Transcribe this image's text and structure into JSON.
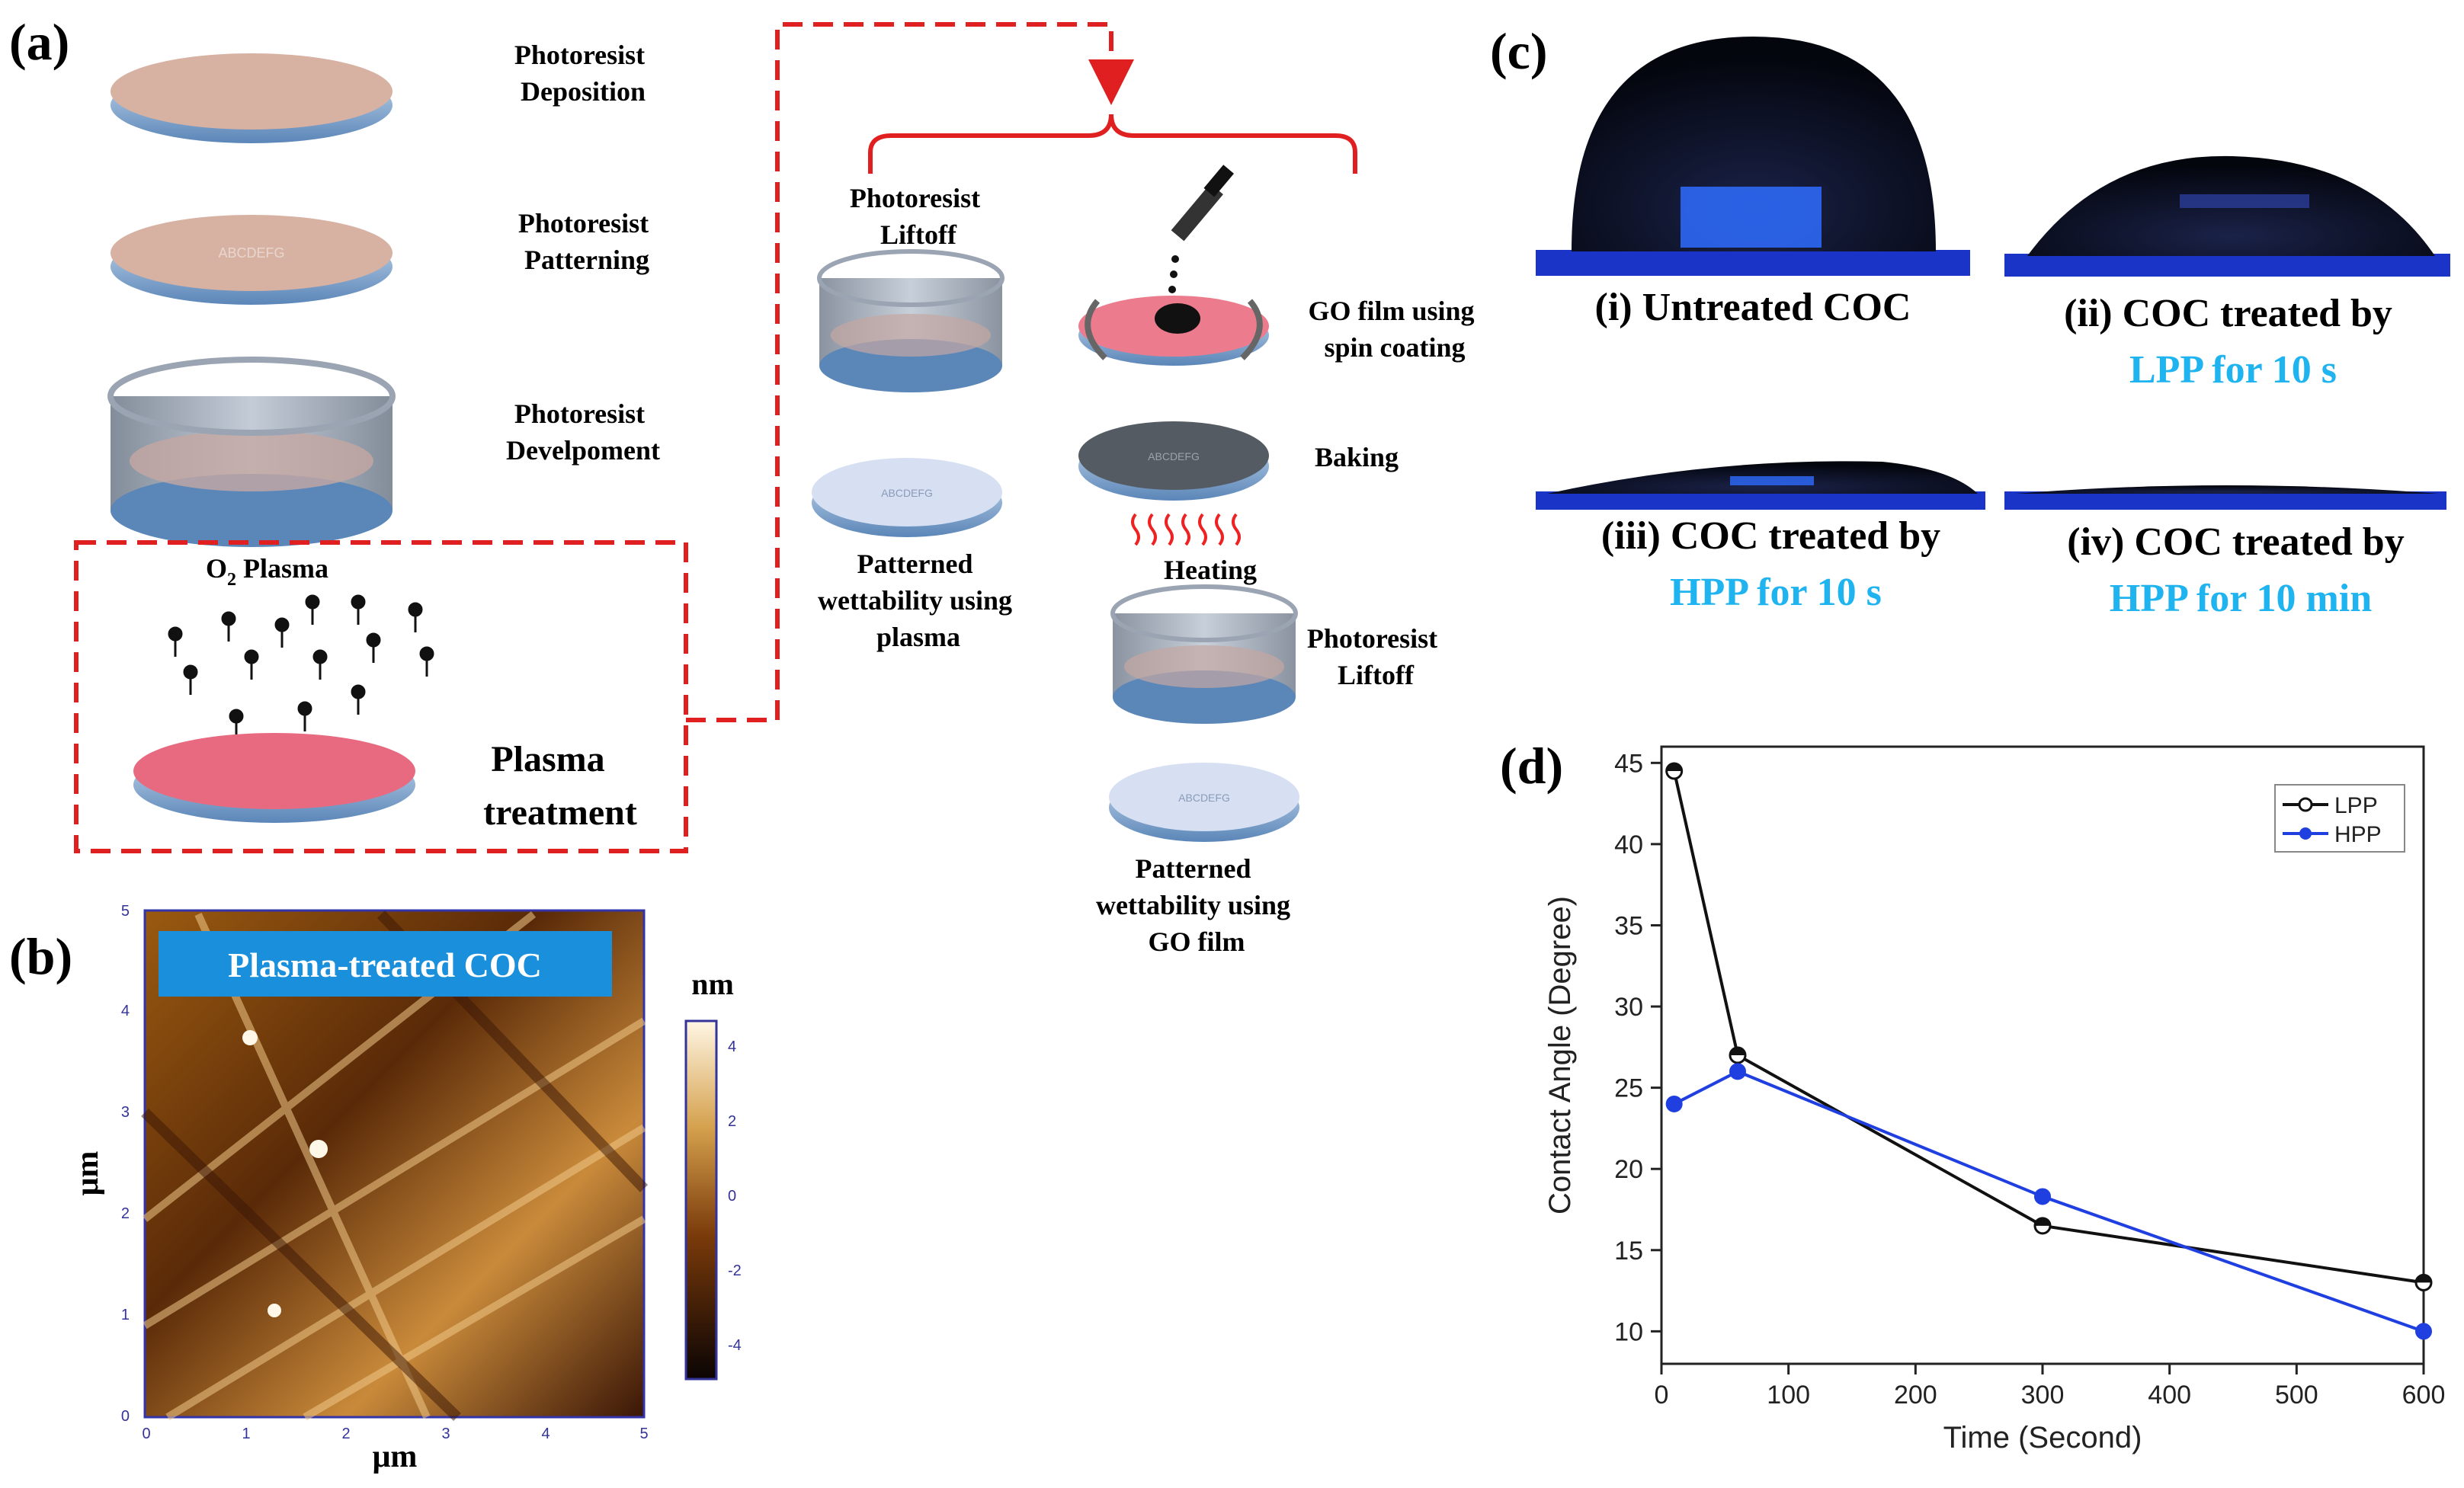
{
  "panel_a": {
    "label": "(a)",
    "step1": [
      "Photoresist",
      "Deposition"
    ],
    "step2": [
      "Photoresist",
      "Patterning"
    ],
    "step3": [
      "Photoresist",
      "Develpoment"
    ],
    "plasma_title": "O",
    "plasma_sub": "2",
    "plasma_title_rest": " Plasma",
    "plasma_label": [
      "Plasma",
      "treatment"
    ],
    "liftoff_left": [
      "Photoresist",
      "Liftoff"
    ],
    "patterned_plasma": [
      "Patterned",
      "wettability using",
      "plasma"
    ],
    "go_film": [
      "GO film using",
      "spin coating"
    ],
    "baking": "Baking",
    "heating": "Heating",
    "liftoff_right": [
      "Photoresist",
      "Liftoff"
    ],
    "patterned_go": [
      "Patterned",
      "wettability using",
      "GO film"
    ],
    "disk_text": "ABCDEFG"
  },
  "panel_b": {
    "label": "(b)",
    "badge": "Plasma-treated COC",
    "unit": "nm",
    "colorbar_ticks": [
      "4",
      "2",
      "0",
      "-2",
      "-4"
    ],
    "axis_ticks": [
      "0",
      "1",
      "2",
      "3",
      "4",
      "5"
    ],
    "xlabel": "μm",
    "ylabel": "μm"
  },
  "panel_c": {
    "label": "(c)",
    "c1": [
      "(i) Untreated COC"
    ],
    "c2": [
      "(ii) COC treated by",
      "LPP for 10 s"
    ],
    "c3": [
      "(iii) COC treated by",
      "HPP for 10 s"
    ],
    "c4": [
      "(iv) COC treated by",
      "HPP for 10 min"
    ],
    "accent": "#1fb4f0"
  },
  "panel_d": {
    "label": "(d)"
  },
  "chart_data": {
    "type": "line",
    "xlabel": "Time (Second)",
    "ylabel": "Contact Angle (Degree)",
    "xlim": [
      0,
      600
    ],
    "ylim": [
      8,
      46
    ],
    "xticks": [
      0,
      100,
      200,
      300,
      400,
      500,
      600
    ],
    "yticks": [
      10,
      15,
      20,
      25,
      30,
      35,
      40,
      45
    ],
    "legend_position": "top-right",
    "grid": false,
    "series": [
      {
        "name": "LPP",
        "color": "#111111",
        "x": [
          10,
          60,
          300,
          600
        ],
        "y": [
          44.5,
          27,
          16.5,
          13
        ]
      },
      {
        "name": "HPP",
        "color": "#1f3fe0",
        "x": [
          10,
          60,
          300,
          600
        ],
        "y": [
          24,
          26,
          18.3,
          10
        ]
      }
    ]
  }
}
